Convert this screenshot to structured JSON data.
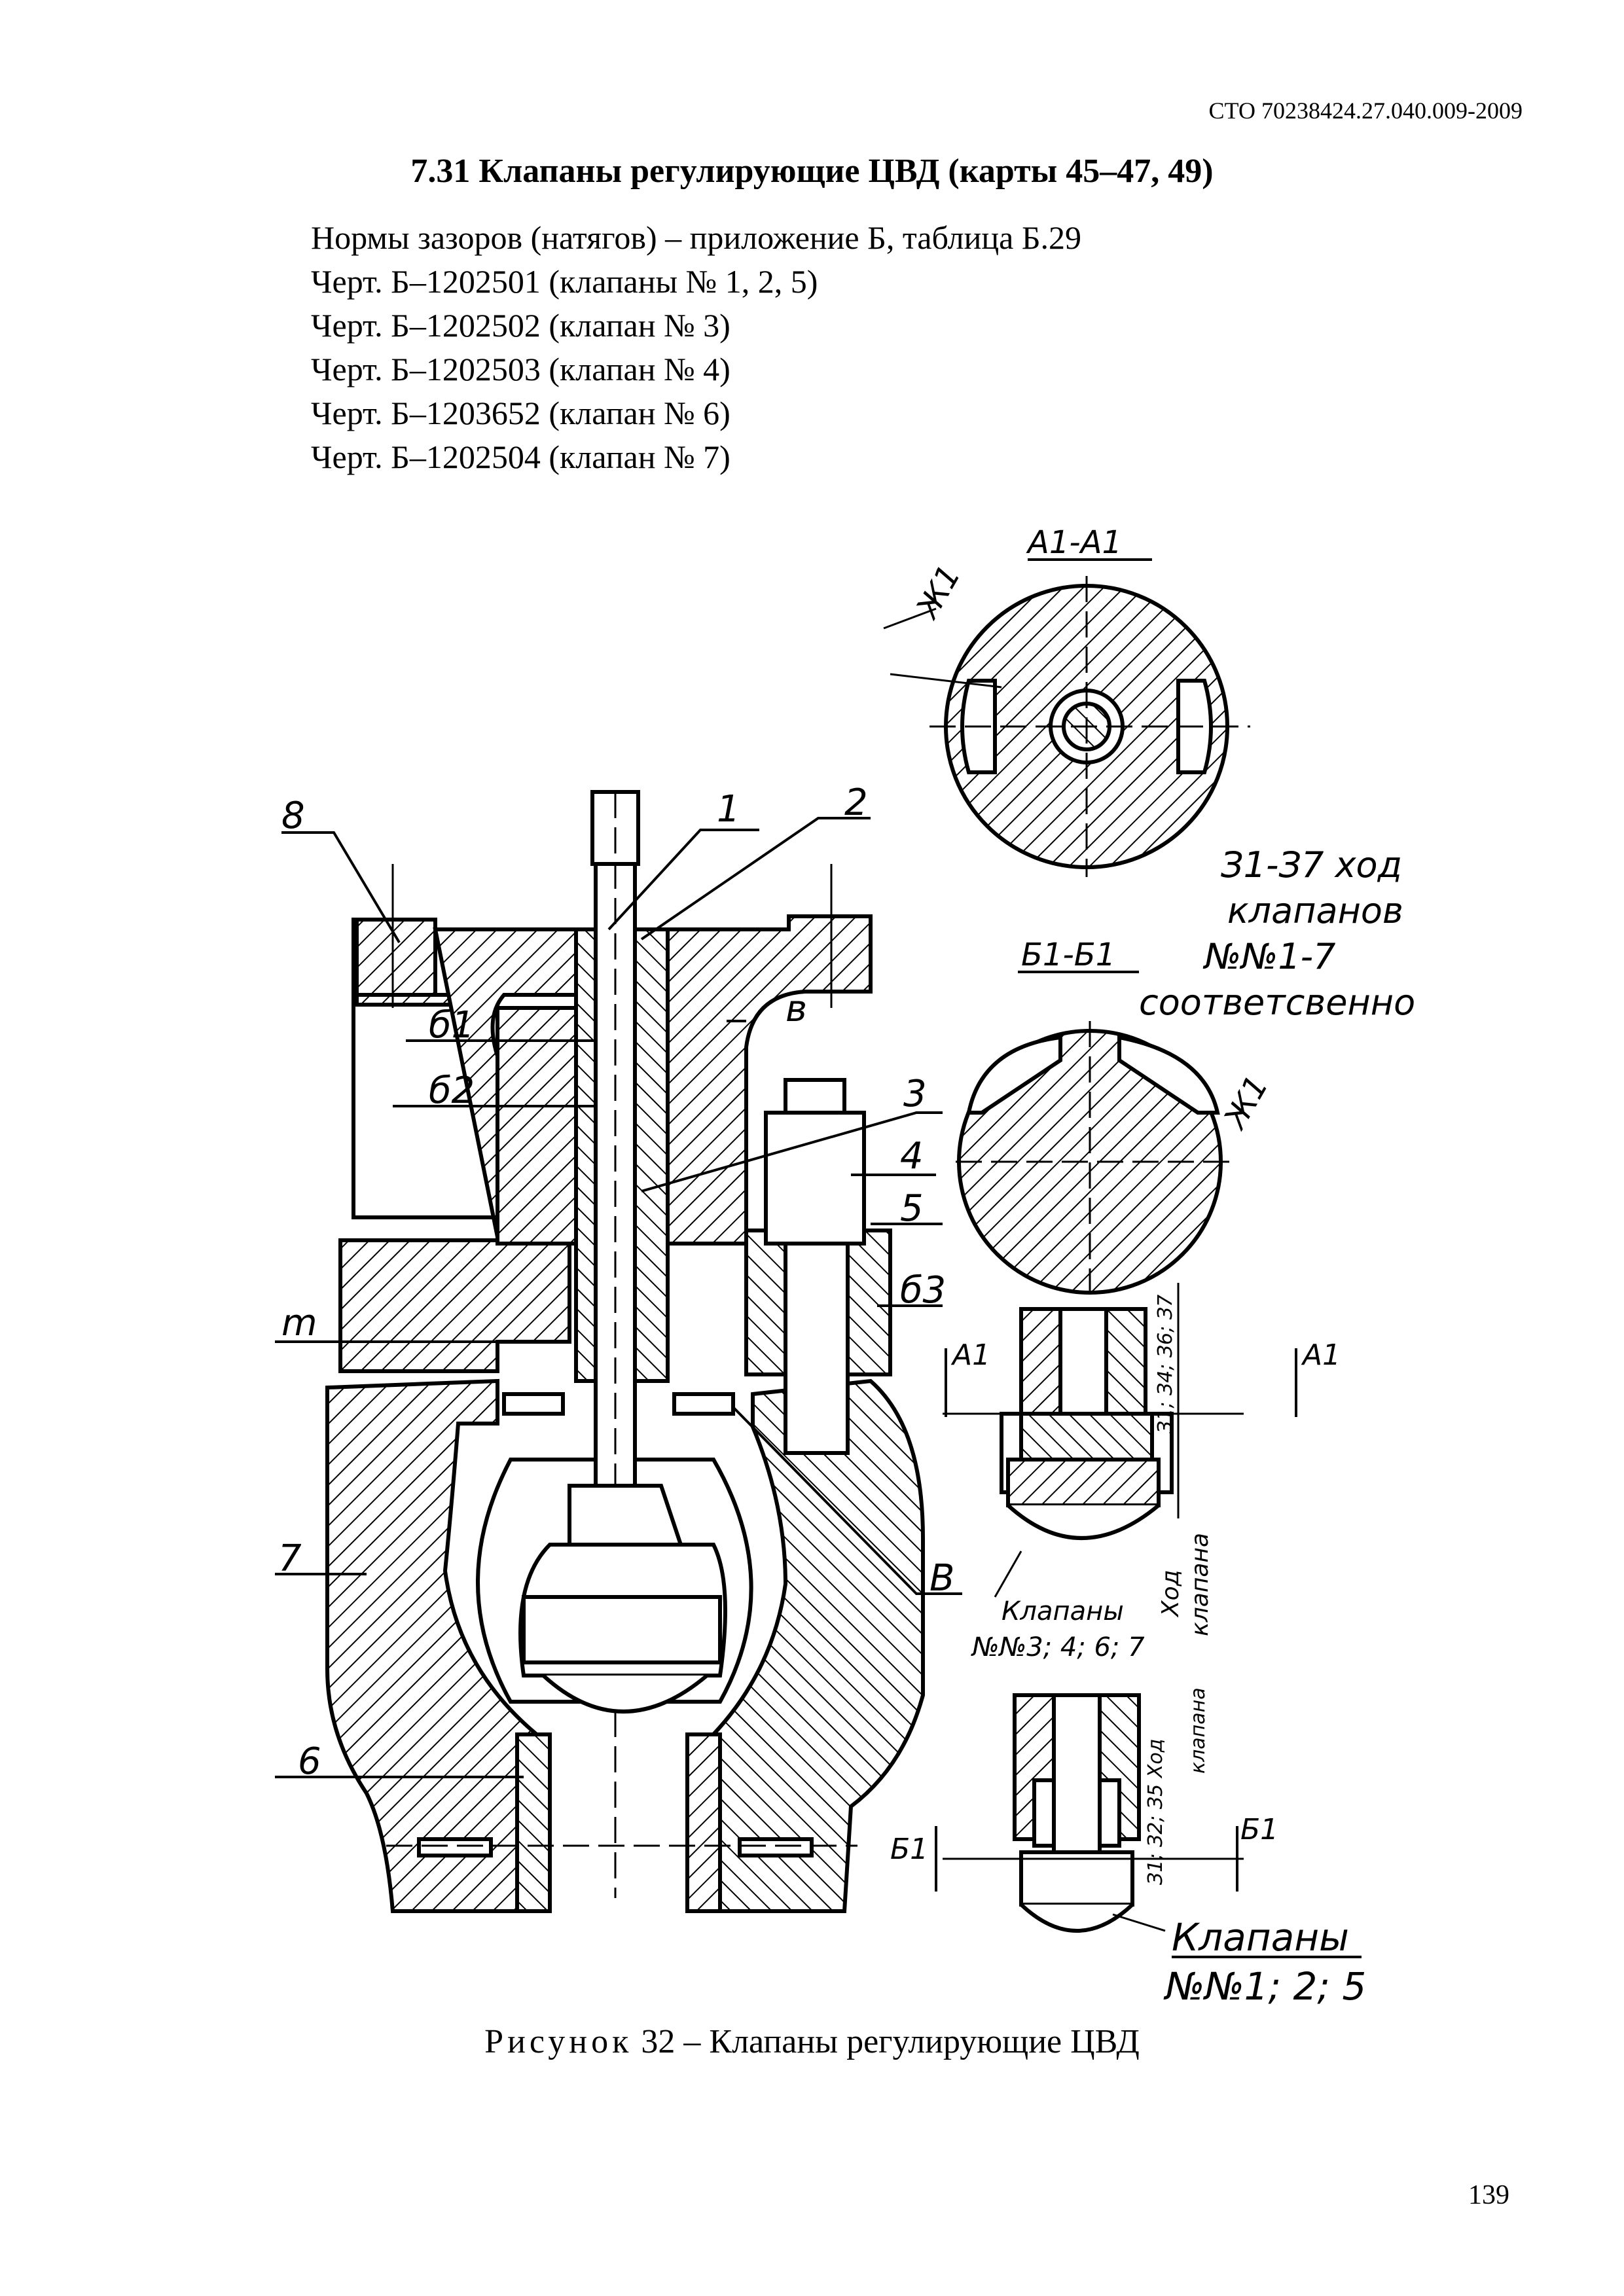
{
  "header": {
    "doc_code": "СТО 70238424.27.040.009-2009"
  },
  "section": {
    "title": "7.31 Клапаны регулирующие ЦВД (карты 45–47, 49)"
  },
  "refs": [
    "Нормы зазоров (натягов) – приложение Б, таблица Б.29",
    "Черт. Б–1202501 (клапаны № 1, 2, 5)",
    "Черт. Б–1202502 (клапан № 3)",
    "Черт. Б–1202503 (клапан № 4)",
    "Черт. Б–1203652 (клапан № 6)",
    "Черт. Б–1202504 (клапан № 7)"
  ],
  "figure": {
    "callouts": {
      "c1": "1",
      "c2": "2",
      "c3": "3",
      "c4": "4",
      "c5": "5",
      "c6": "6",
      "c7": "7",
      "c8": "8",
      "b1": "б1",
      "b2": "б2",
      "b3": "б3",
      "v": "в",
      "m": "m",
      "B": "В"
    },
    "section_a": "А1-А1",
    "section_b": "Б1-Б1",
    "zh1_top": "Ж1",
    "zh1_mid": "Ж1",
    "stroke_note": [
      "З1-З7 ход",
      "клапанов",
      "№№1-7",
      "соответсвенно"
    ],
    "cut_a_left": "А1",
    "cut_a_right": "А1",
    "cut_b_left": "Б1",
    "cut_b_right": "Б1",
    "detail1_dims": "З1; З4; З6; З7",
    "detail1_stroke": [
      "Ход",
      "клапана"
    ],
    "detail1_label": [
      "Клапаны",
      "№№3; 4; 6; 7"
    ],
    "detail2_dims": "З1; З2; З5 Ход",
    "detail2_stroke": "клапана",
    "detail2_label": [
      "Клапаны",
      "№№1; 2; 5"
    ]
  },
  "caption": {
    "word": "Рисунок",
    "number": "32",
    "text": "– Клапаны регулирующие ЦВД"
  },
  "page": {
    "number": "139"
  }
}
